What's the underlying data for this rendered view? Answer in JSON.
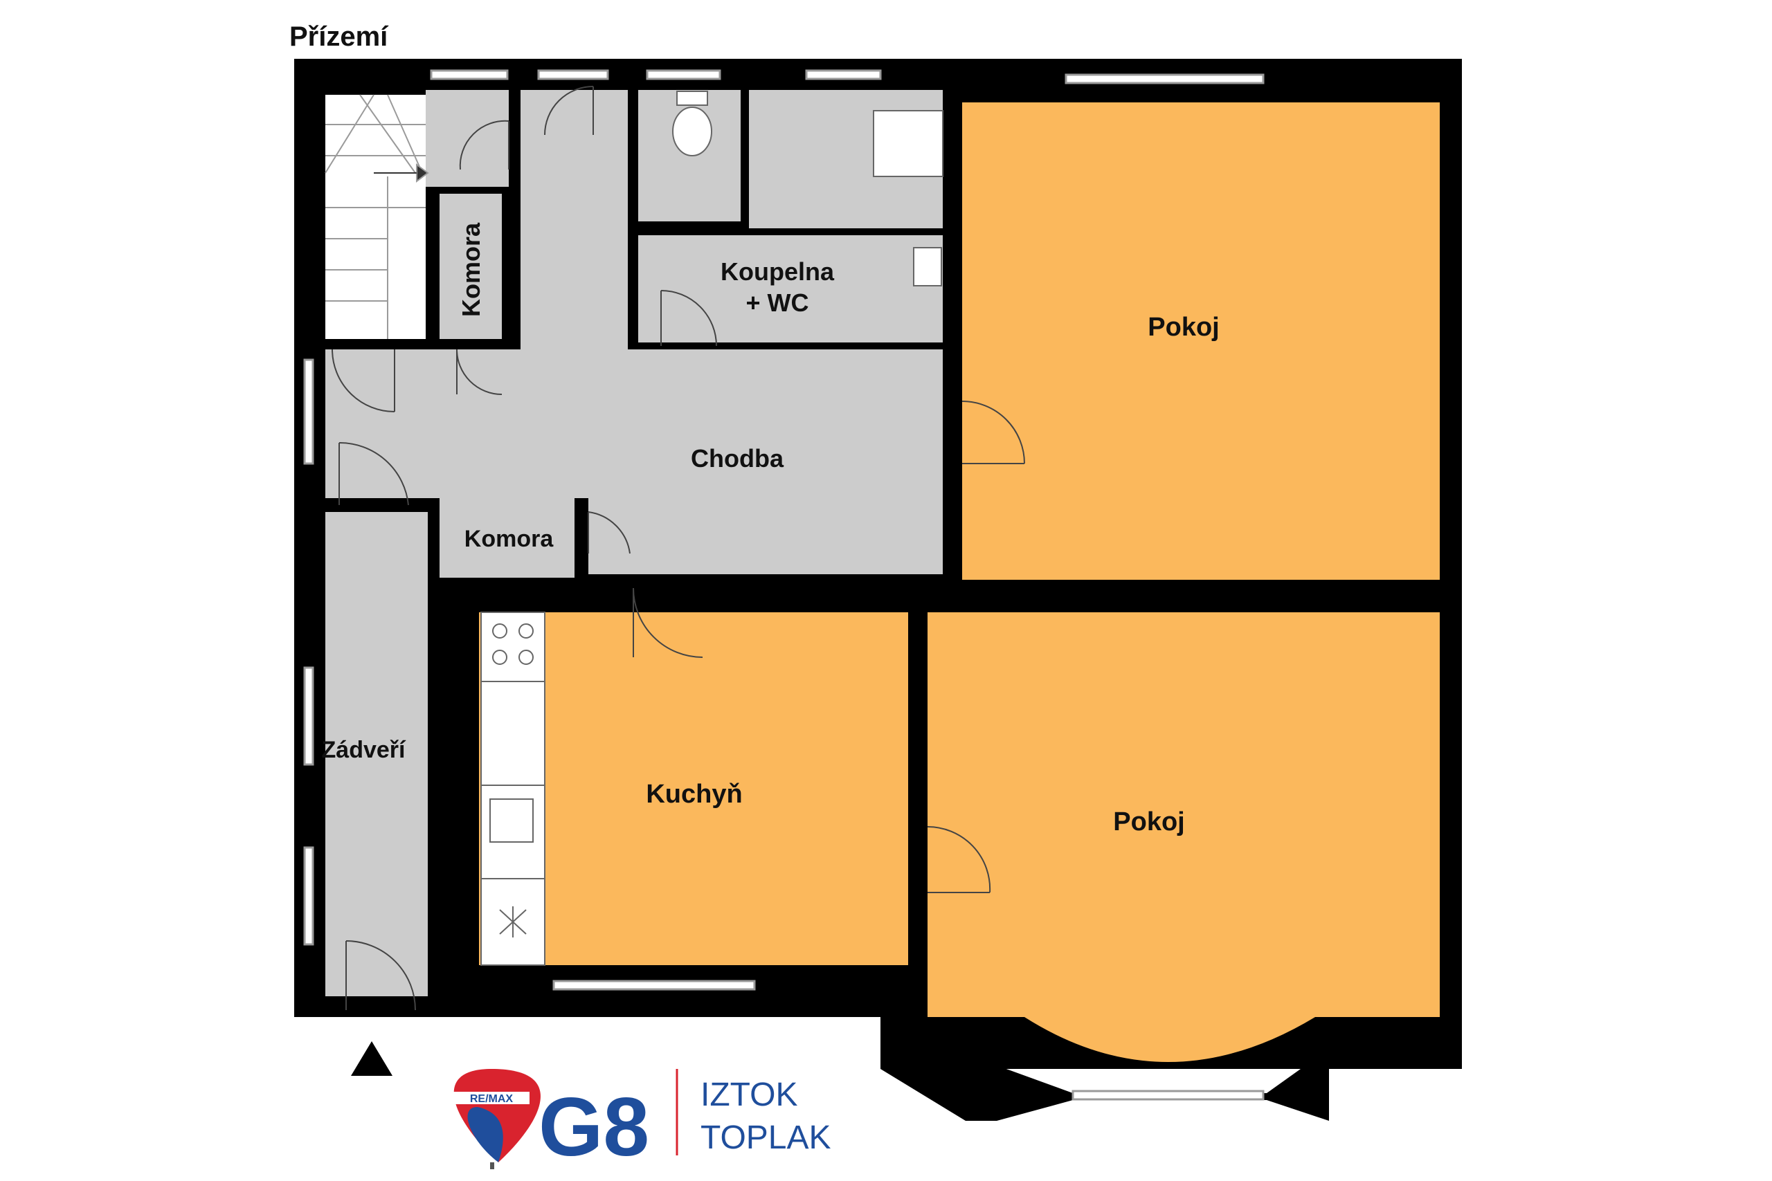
{
  "title": "Přízemí",
  "rooms": {
    "stair_komora": "Komora",
    "bathroom_line1": "Koupelna",
    "bathroom_line2": "+ WC",
    "room_upper": "Pokoj",
    "hallway": "Chodba",
    "komora": "Komora",
    "entrance": "Zádveří",
    "kitchen": "Kuchyň",
    "room_lower": "Pokoj"
  },
  "colors": {
    "wall": "#000000",
    "service_floor": "#cccccc",
    "living_floor": "#fbb85c",
    "brand_blue": "#1f4e9c",
    "brand_red": "#d9232e"
  },
  "icons": {
    "north_arrow": "north-arrow-icon",
    "balloon": "remax-balloon-icon"
  },
  "branding": {
    "balloon_text": "RE/MAX",
    "logo": "G8",
    "agent_line1": "IZTOK",
    "agent_line2": "TOPLAK"
  }
}
